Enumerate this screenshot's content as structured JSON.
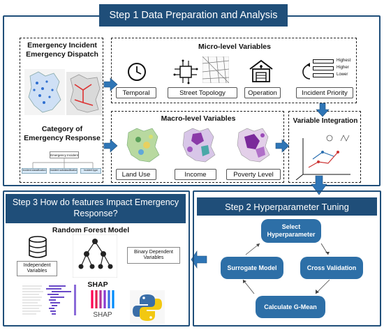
{
  "step1": {
    "title": "Step 1 Data Preparation and Analysis",
    "dispatch_title": "Emergency Incident Emergency Dispatch",
    "category_title": "Category of Emergency Response",
    "category_chart": {
      "root": "Emergency Incident",
      "leaves": [
        "Incident classification",
        "Incident subclassification",
        "Incident type"
      ]
    },
    "micro_title": "Micro-level Variables",
    "micro_items": [
      "Temporal",
      "Street Topology",
      "Operation",
      "Incident Priority"
    ],
    "priority_levels": [
      "Highest",
      "Higher",
      "Lower"
    ],
    "macro_title": "Macro-level Variables",
    "macro_items": [
      "Land Use",
      "Income",
      "Poverty Level"
    ],
    "integration_title": "Variable Integration"
  },
  "step3": {
    "title": "Step 3 How do features Impact Emergency Response?",
    "rf_title": "Random Forest Model",
    "independent": "Independent Variables",
    "binary": "Binary Dependent Variables",
    "shap_title": "SHAP",
    "shap_logo_text": "SHAP"
  },
  "step2": {
    "title": "Step 2 Hyperparameter Tuning",
    "nodes": {
      "select": "Select Hyperparameter",
      "cross": "Cross Validation",
      "gmean": "Calculate G-Mean",
      "surrogate": "Surrogate Model"
    }
  },
  "colors": {
    "navy": "#1f4e79",
    "arrow": "#2e75b6",
    "node": "#2d6fa7"
  }
}
